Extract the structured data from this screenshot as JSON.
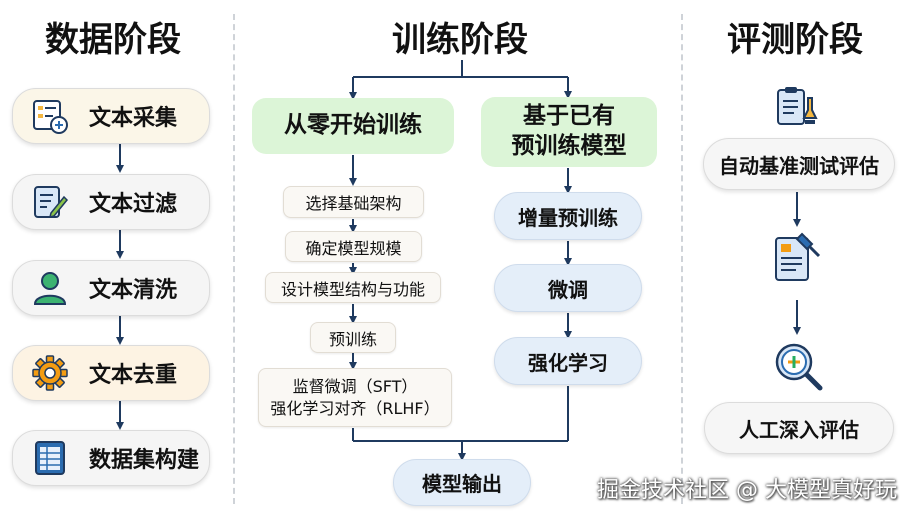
{
  "columns": {
    "data": {
      "title": "数据阶段",
      "steps": [
        {
          "label": "文本采集",
          "icon": "form-add-icon",
          "bg": "#fbf6e8"
        },
        {
          "label": "文本过滤",
          "icon": "document-edit-icon",
          "bg": "#f5f5f5"
        },
        {
          "label": "文本清洗",
          "icon": "user-icon",
          "bg": "#f5f5f5"
        },
        {
          "label": "文本去重",
          "icon": "gear-icon",
          "bg": "#fdf3e3"
        },
        {
          "label": "数据集构建",
          "icon": "spreadsheet-icon",
          "bg": "#f5f5f5"
        }
      ]
    },
    "training": {
      "title": "训练阶段",
      "scratch": {
        "header": "从零开始训练",
        "steps": [
          "选择基础架构",
          "确定模型规模",
          "设计模型结构与功能",
          "预训练"
        ],
        "final_lines": [
          "监督微调（SFT）",
          "强化学习对齐（RLHF）"
        ]
      },
      "existing": {
        "header_lines": [
          "基于已有",
          "预训练模型"
        ],
        "steps": [
          "增量预训练",
          "微调",
          "强化学习"
        ]
      },
      "output": "模型输出"
    },
    "evaluation": {
      "title": "评测阶段",
      "steps": [
        {
          "label": "自动基准测试评估",
          "icon": "clipboard-test-icon"
        },
        {
          "label": "人工深入评估",
          "icon": "document-search-icon"
        }
      ],
      "middle_icon": "report-review-icon"
    }
  },
  "watermark": "掘金技术社区 @ 大模型真好玩",
  "colors": {
    "arrow": "#1f3a5f",
    "green_box": "#dcf5d7",
    "blue_box": "#e4eef9",
    "accent_blue": "#2b6cb0",
    "accent_orange": "#f39c12",
    "accent_green": "#27ae60"
  }
}
